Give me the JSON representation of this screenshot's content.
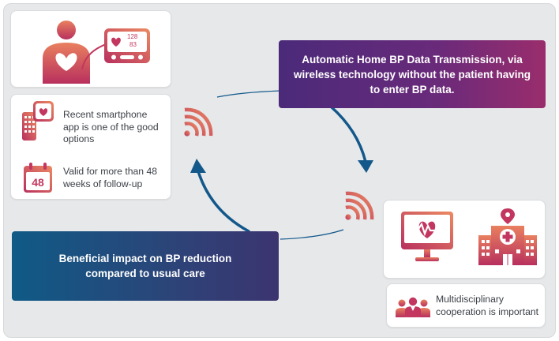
{
  "patient": {
    "bp_top": "128",
    "bp_bottom": "83"
  },
  "options_card": {
    "app_text": "Recent smartphone app is one of the good options",
    "calendar_number": "48",
    "weeks_text": "Valid for more than 48 weeks of follow-up"
  },
  "transmission_banner": {
    "text": "Automatic Home BP Data Transmission, via wireless technology without the patient having to enter BP data."
  },
  "impact_banner": {
    "text": "Beneficial impact on BP reduction compared to usual care"
  },
  "team_card": {
    "text": "Multidisciplinary cooperation is important"
  },
  "colors": {
    "background": "#e6e8ea",
    "accent_pink": "#c2365f",
    "accent_orange": "#e57d5e",
    "purple_banner": "#5a2a78",
    "blue_banner": "#1d4f7c",
    "arrow_blue": "#13588a"
  }
}
